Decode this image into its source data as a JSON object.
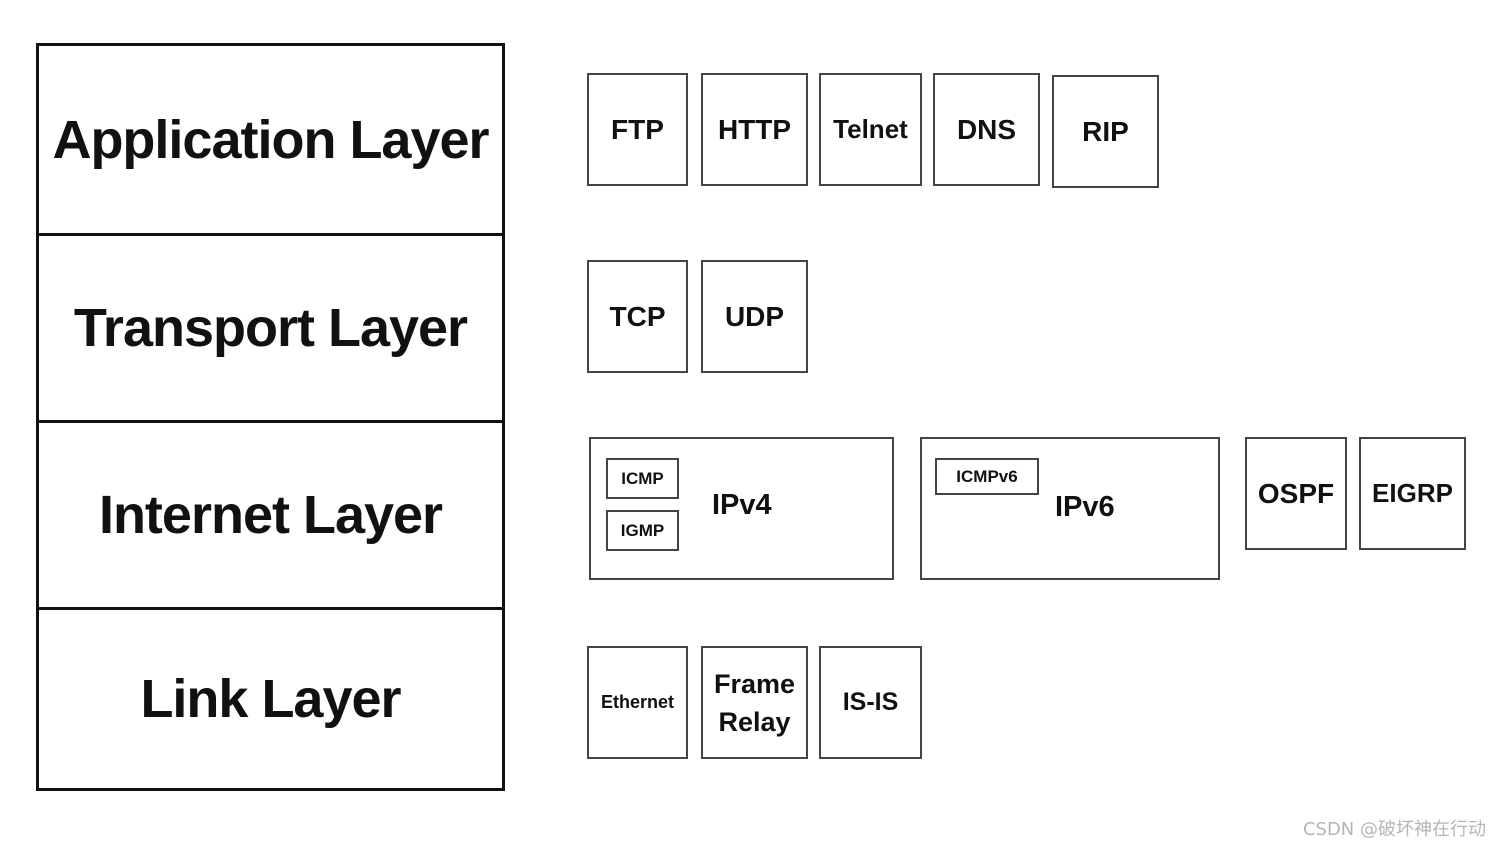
{
  "layers": [
    "Application Layer",
    "Transport Layer",
    "Internet Layer",
    "Link Layer"
  ],
  "application": [
    "FTP",
    "HTTP",
    "Telnet",
    "DNS",
    "RIP"
  ],
  "transport": [
    "TCP",
    "UDP"
  ],
  "internet": {
    "ipv4": {
      "label": "IPv4",
      "inner": [
        "ICMP",
        "IGMP"
      ]
    },
    "ipv6": {
      "label": "IPv6",
      "inner": [
        "ICMPv6"
      ]
    },
    "others": [
      "OSPF",
      "EIGRP"
    ]
  },
  "link": {
    "ethernet": "Ethernet",
    "frame_relay": [
      "Frame",
      "Relay"
    ],
    "isis": "IS-IS"
  },
  "watermark": "CSDN @破坏神在行动"
}
